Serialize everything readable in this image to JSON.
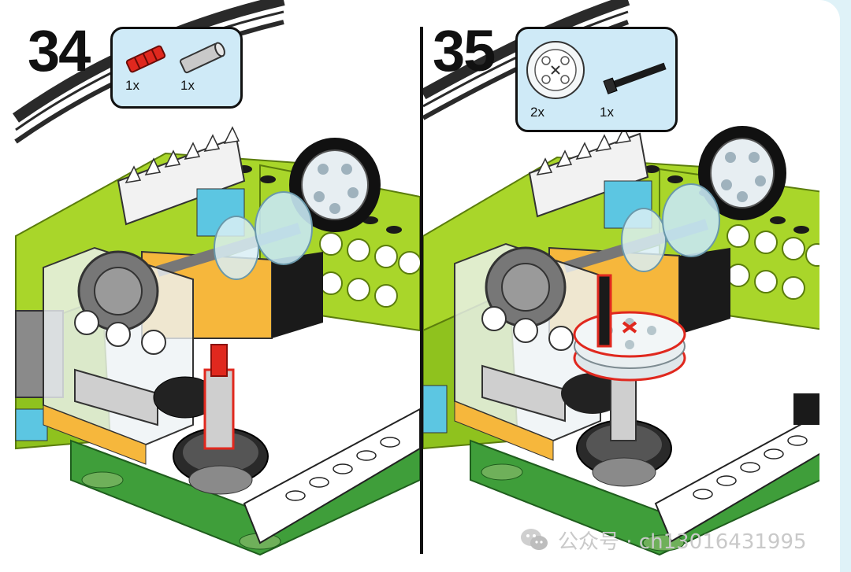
{
  "steps": [
    {
      "number": "34",
      "parts": [
        {
          "name": "red-axle-connector",
          "qty": "1x"
        },
        {
          "name": "grey-axle-2",
          "qty": "1x"
        }
      ]
    },
    {
      "number": "35",
      "parts": [
        {
          "name": "clear-pulley-wheel",
          "qty": "2x"
        },
        {
          "name": "black-axle-with-stop",
          "qty": "1x"
        }
      ]
    }
  ],
  "watermark": {
    "text": "公众号 · ch13016431995",
    "icon": "wechat-icon"
  },
  "colors": {
    "lime": "#a9d62a",
    "lime_dark": "#7fae14",
    "green_base": "#3f9e3a",
    "orange": "#f6b73c",
    "cyan": "#5cc6e2",
    "parts_bg": "#cfeaf7",
    "highlight_red": "#e0281e"
  }
}
